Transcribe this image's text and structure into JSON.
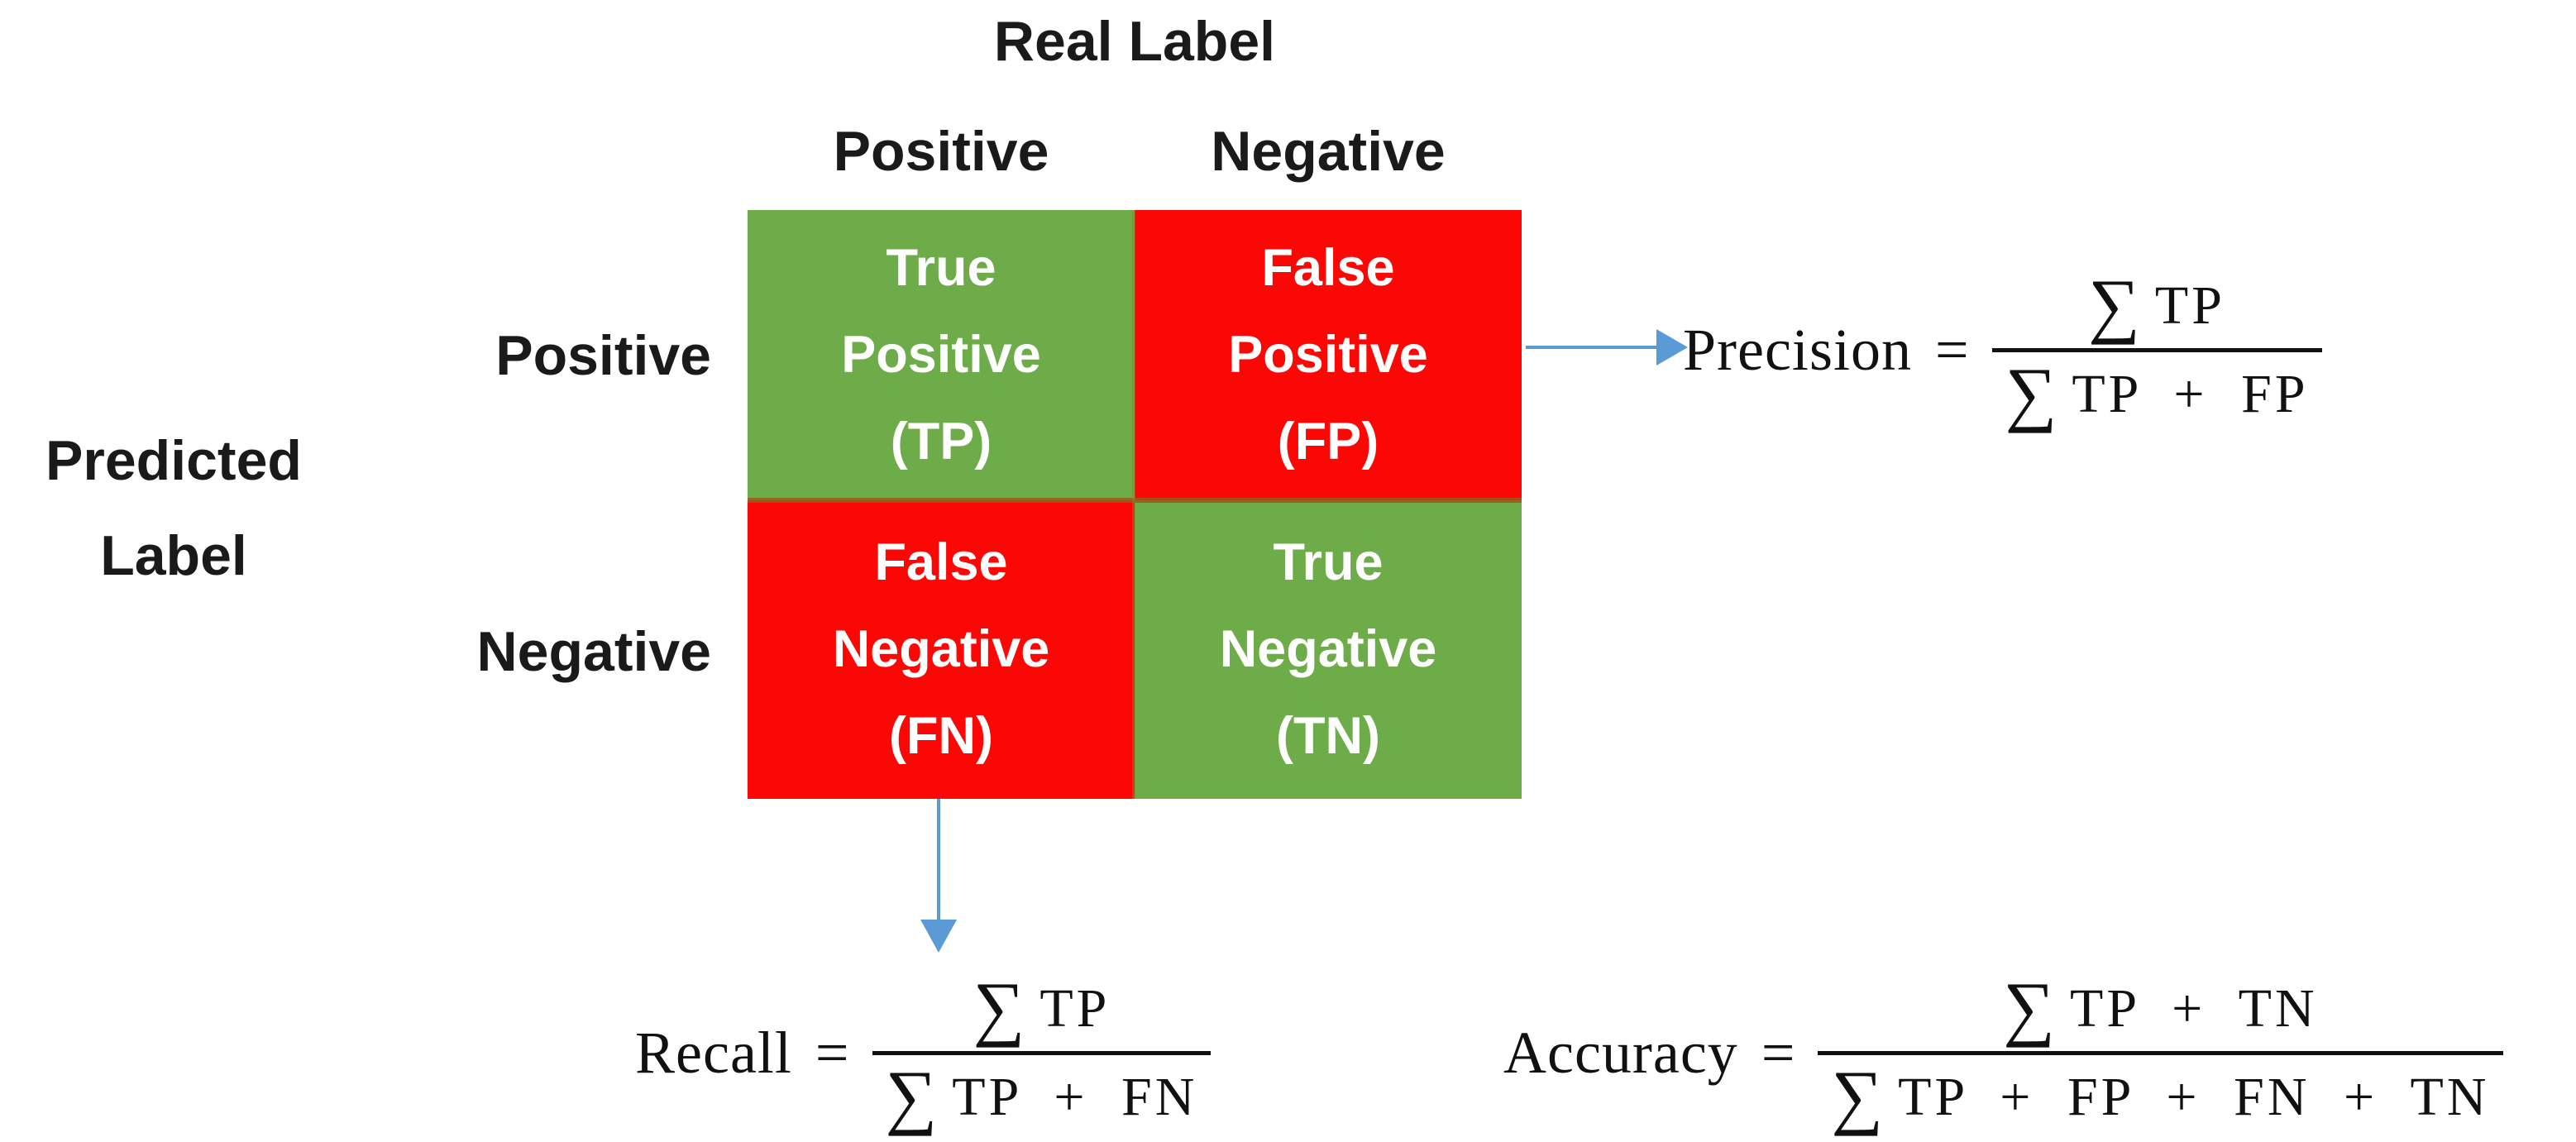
{
  "colors": {
    "green": "#6DAC49",
    "red": "#FB0806",
    "arrow_blue": "#5B9BD5",
    "divider_brown": "#96591C",
    "cell_text": "#FFFFFF",
    "label_text": "#1A1A1A"
  },
  "header": {
    "title": "Real Label"
  },
  "matrix": {
    "column_headers": [
      "Positive",
      "Negative"
    ],
    "row_headers": [
      "Positive",
      "Negative"
    ],
    "predicted_label_lines": [
      "Predicted",
      "Label"
    ],
    "cells": [
      {
        "id": "true-positive",
        "lines": [
          "True",
          "Positive",
          "(TP)"
        ],
        "color": "green"
      },
      {
        "id": "false-positive",
        "lines": [
          "False",
          "Positive",
          "(FP)"
        ],
        "color": "red"
      },
      {
        "id": "false-negative",
        "lines": [
          "False",
          "Negative",
          "(FN)"
        ],
        "color": "red"
      },
      {
        "id": "true-negative",
        "lines": [
          "True",
          "Negative",
          "(TN)"
        ],
        "color": "green"
      }
    ]
  },
  "formulas": {
    "precision": {
      "label": "Precision",
      "equals": "=",
      "sigma": "∑",
      "num": "TP",
      "den": "TP + FP"
    },
    "recall": {
      "label": "Recall",
      "equals": "=",
      "sigma": "∑",
      "num": "TP",
      "den": "TP + FN"
    },
    "accuracy": {
      "label": "Accuracy",
      "equals": "=",
      "sigma": "∑",
      "num": "TP + TN",
      "den": "TP + FP + FN + TN"
    }
  }
}
